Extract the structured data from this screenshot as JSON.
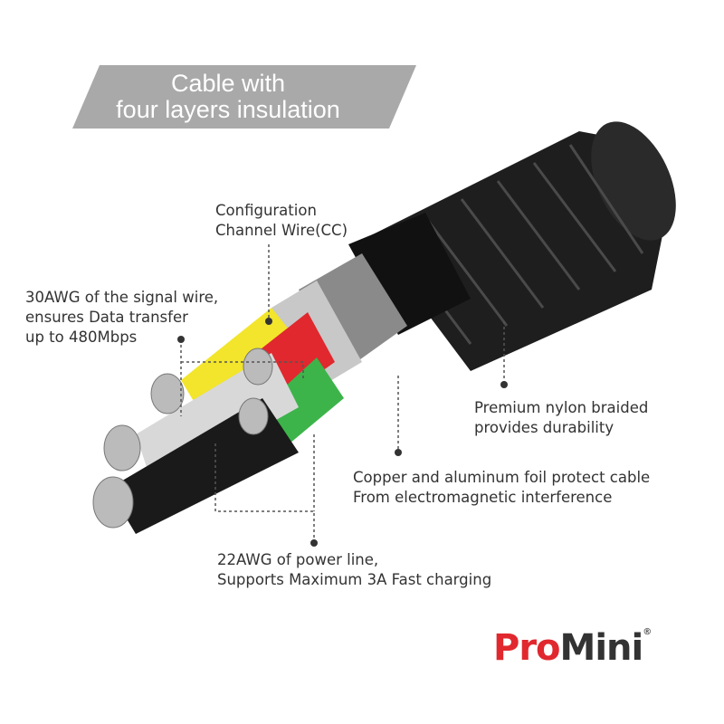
{
  "banner": {
    "line1": "Cable with",
    "line2": "four layers insulation"
  },
  "labels": {
    "cc_line1": "Configuration",
    "cc_line2": "Channel Wire(CC)",
    "signal_line1": "30AWG of the signal wire,",
    "signal_line2": "ensures Data transfer",
    "signal_line3": "up to 480Mbps",
    "nylon_line1": "Premium nylon braided",
    "nylon_line2": "provides durability",
    "foil_line1": "Copper and aluminum foil protect cable",
    "foil_line2": "From electromagnetic interference",
    "power_line1": "22AWG of power line,",
    "power_line2": "Supports Maximum 3A Fast charging"
  },
  "logo": {
    "pro": "Pro",
    "mini": "Mini",
    "reg": "®"
  },
  "colors": {
    "red": "#e0282e",
    "banner": "#a9a9a9",
    "yellow": "#f2e52b",
    "green": "#3cb44a"
  }
}
